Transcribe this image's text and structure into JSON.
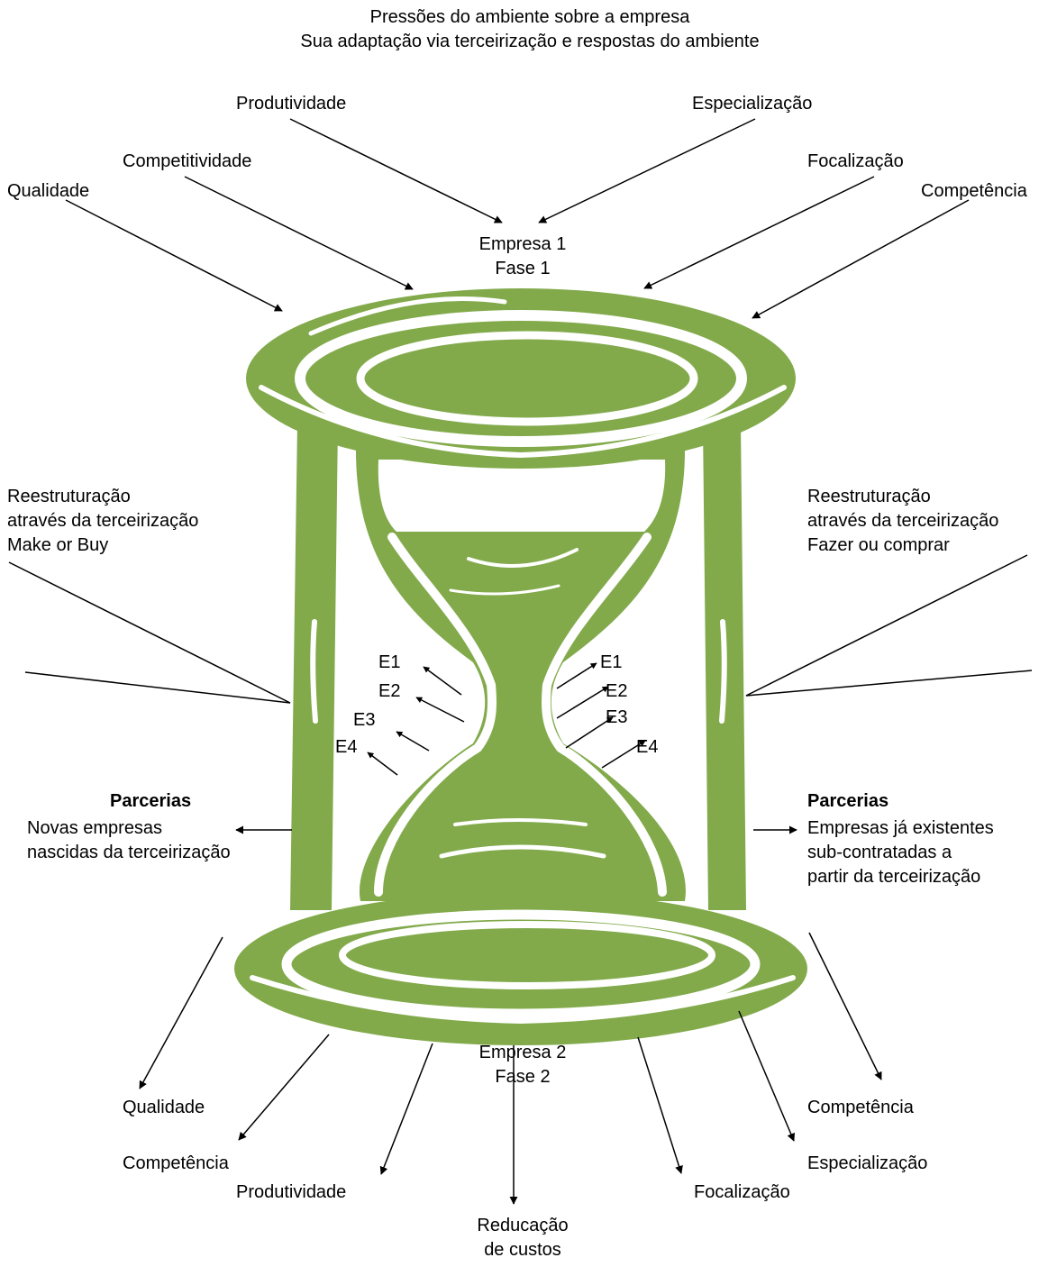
{
  "title": {
    "line1": "Pressões do ambiente sobre a empresa",
    "line2": "Sua adaptação via terceirização e respostas do ambiente"
  },
  "top_pressures": {
    "produtividade": "Produtividade",
    "especializacao": "Especialização",
    "competitividade": "Competitividade",
    "focalizacao": "Focalização",
    "qualidade": "Qualidade",
    "competencia": "Competência"
  },
  "empresa1": {
    "line1": "Empresa 1",
    "line2": "Fase 1"
  },
  "left_restructuring": {
    "line1": "Reestruturação",
    "line2": "através da terceirização",
    "line3": "Make or Buy"
  },
  "right_restructuring": {
    "line1": "Reestruturação",
    "line2": "através da terceirização",
    "line3": "Fazer ou comprar"
  },
  "stages": {
    "left": [
      "E1",
      "E2",
      "E3",
      "E4"
    ],
    "right": [
      "E1",
      "E2",
      "E3",
      "E4"
    ]
  },
  "left_partnerships": {
    "heading": "Parcerias",
    "line1": "Novas empresas",
    "line2": "nascidas da terceirização"
  },
  "right_partnerships": {
    "heading": "Parcerias",
    "line1": "Empresas já existentes",
    "line2": "sub-contratadas a",
    "line3": "partir da terceirização"
  },
  "empresa2": {
    "line1": "Empresa 2",
    "line2": "Fase 2"
  },
  "bottom_responses": {
    "qualidade": "Qualidade",
    "competencia_left": "Competência",
    "produtividade": "Produtividade",
    "reducao_line1": "Reducação",
    "reducao_line2": "de custos",
    "focalizacao": "Focalização",
    "especializacao": "Especialização",
    "competencia_right": "Competência"
  },
  "colors": {
    "hourglass_green": "#82AA4B",
    "text": "#000000",
    "background": "#FFFFFF"
  }
}
